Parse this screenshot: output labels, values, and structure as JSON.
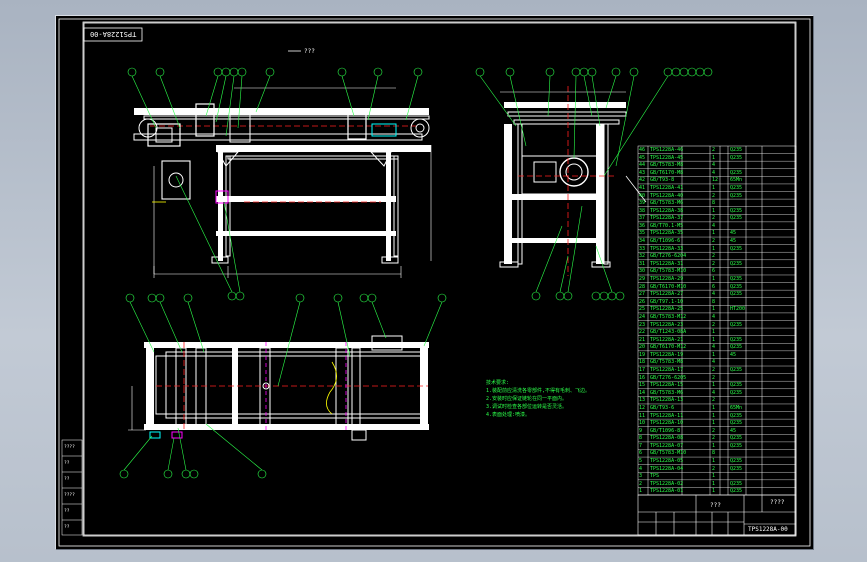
{
  "drawing": {
    "code_box": "TPS1228A-00",
    "top_caption": "???",
    "title_block": {
      "name": "????",
      "drawing_no": "TPS1228A-00",
      "sub": "???"
    },
    "notes_title": "技术要求:",
    "notes": [
      "1.装配前应清洗各零部件,不得有毛刺、飞边。",
      "2.安装时应保证链轮在同一平面内。",
      "3.调试时检查各部位运转是否灵活。",
      "4.表面处理:喷漆。"
    ],
    "side_labels": [
      "????",
      "??",
      "??",
      "????",
      "??",
      "??"
    ],
    "bom_rows": [
      {
        "no": "46",
        "code": "TPS1228A-46",
        "qty": "2",
        "mat": "Q235"
      },
      {
        "no": "45",
        "code": "TPS1228A-45",
        "qty": "1",
        "mat": "Q235"
      },
      {
        "no": "44",
        "code": "GB/T5783-M8",
        "qty": "4",
        "mat": ""
      },
      {
        "no": "43",
        "code": "GB/T6170-M8",
        "qty": "4",
        "mat": "Q235"
      },
      {
        "no": "42",
        "code": "GB/T93-8",
        "qty": "12",
        "mat": "65Mn"
      },
      {
        "no": "41",
        "code": "TPS1228A-41",
        "qty": "1",
        "mat": "Q235"
      },
      {
        "no": "40",
        "code": "TPS1228A-40",
        "qty": "2",
        "mat": "Q235"
      },
      {
        "no": "39",
        "code": "GB/T5783-M6",
        "qty": "8",
        "mat": ""
      },
      {
        "no": "38",
        "code": "TPS1228A-38",
        "qty": "1",
        "mat": "Q235"
      },
      {
        "no": "37",
        "code": "TPS1228A-37",
        "qty": "2",
        "mat": "Q235"
      },
      {
        "no": "36",
        "code": "GB/T70.1-M5",
        "qty": "4",
        "mat": ""
      },
      {
        "no": "35",
        "code": "TPS1228A-35",
        "qty": "1",
        "mat": "45"
      },
      {
        "no": "34",
        "code": "GB/T1096-6",
        "qty": "2",
        "mat": "45"
      },
      {
        "no": "33",
        "code": "TPS1228A-33",
        "qty": "1",
        "mat": "Q235"
      },
      {
        "no": "32",
        "code": "GB/T276-6204",
        "qty": "2",
        "mat": ""
      },
      {
        "no": "31",
        "code": "TPS1228A-31",
        "qty": "2",
        "mat": "Q235"
      },
      {
        "no": "30",
        "code": "GB/T5783-M10",
        "qty": "6",
        "mat": ""
      },
      {
        "no": "29",
        "code": "TPS1228A-29",
        "qty": "1",
        "mat": "Q235"
      },
      {
        "no": "28",
        "code": "GB/T6170-M10",
        "qty": "6",
        "mat": "Q235"
      },
      {
        "no": "27",
        "code": "TPS1228A-27",
        "qty": "4",
        "mat": "Q235"
      },
      {
        "no": "26",
        "code": "GB/T97.1-10",
        "qty": "8",
        "mat": ""
      },
      {
        "no": "25",
        "code": "TPS1228A-25",
        "qty": "1",
        "mat": "HT200"
      },
      {
        "no": "24",
        "code": "GB/T5783-M12",
        "qty": "4",
        "mat": ""
      },
      {
        "no": "23",
        "code": "TPS1228A-23",
        "qty": "2",
        "mat": "Q235"
      },
      {
        "no": "22",
        "code": "GB/T1243-08A",
        "qty": "1",
        "mat": ""
      },
      {
        "no": "21",
        "code": "TPS1228A-21",
        "qty": "1",
        "mat": "Q235"
      },
      {
        "no": "20",
        "code": "GB/T6170-M12",
        "qty": "4",
        "mat": "Q235"
      },
      {
        "no": "19",
        "code": "TPS1228A-19",
        "qty": "1",
        "mat": "45"
      },
      {
        "no": "18",
        "code": "GB/T5783-M8",
        "qty": "4",
        "mat": ""
      },
      {
        "no": "17",
        "code": "TPS1228A-17",
        "qty": "2",
        "mat": "Q235"
      },
      {
        "no": "16",
        "code": "GB/T276-6205",
        "qty": "2",
        "mat": ""
      },
      {
        "no": "15",
        "code": "TPS1228A-15",
        "qty": "1",
        "mat": "Q235"
      },
      {
        "no": "14",
        "code": "GB/T5783-M6",
        "qty": "4",
        "mat": "Q235"
      },
      {
        "no": "13",
        "code": "TPS1228A-13",
        "qty": "2",
        "mat": ""
      },
      {
        "no": "12",
        "code": "GB/T93-6",
        "qty": "1",
        "mat": "65Mn"
      },
      {
        "no": "11",
        "code": "TPS1228A-11",
        "qty": "1",
        "mat": "Q235"
      },
      {
        "no": "10",
        "code": "TPS1228A-10",
        "qty": "1",
        "mat": "Q235"
      },
      {
        "no": "9",
        "code": "GB/T1096-8",
        "qty": "2",
        "mat": "45"
      },
      {
        "no": "8",
        "code": "TPS1228A-08",
        "qty": "2",
        "mat": "Q235"
      },
      {
        "no": "7",
        "code": "TPS1228A-07",
        "qty": "1",
        "mat": "Q235"
      },
      {
        "no": "6",
        "code": "GB/T5783-M10",
        "qty": "8",
        "mat": ""
      },
      {
        "no": "5",
        "code": "TPS1228A-05",
        "qty": "1",
        "mat": "Q235"
      },
      {
        "no": "4",
        "code": "TPS1228A-04",
        "qty": "2",
        "mat": "Q235"
      },
      {
        "no": "3",
        "code": "TPS",
        "qty": "1",
        "mat": ""
      },
      {
        "no": "2",
        "code": "TPS1228A-02",
        "qty": "1",
        "mat": "Q235"
      },
      {
        "no": "1",
        "code": "TPS1228A-01",
        "qty": "1",
        "mat": "Q235"
      }
    ]
  },
  "colors": {
    "background": "#000000",
    "frame": "#ffffff",
    "leader": "#2bff4a",
    "centerline": "#ff2020",
    "part": "#ffffff",
    "accent": "#ff00ff",
    "note": "#2bff4a",
    "yellow": "#ffff00",
    "cyan": "#00ffff"
  }
}
